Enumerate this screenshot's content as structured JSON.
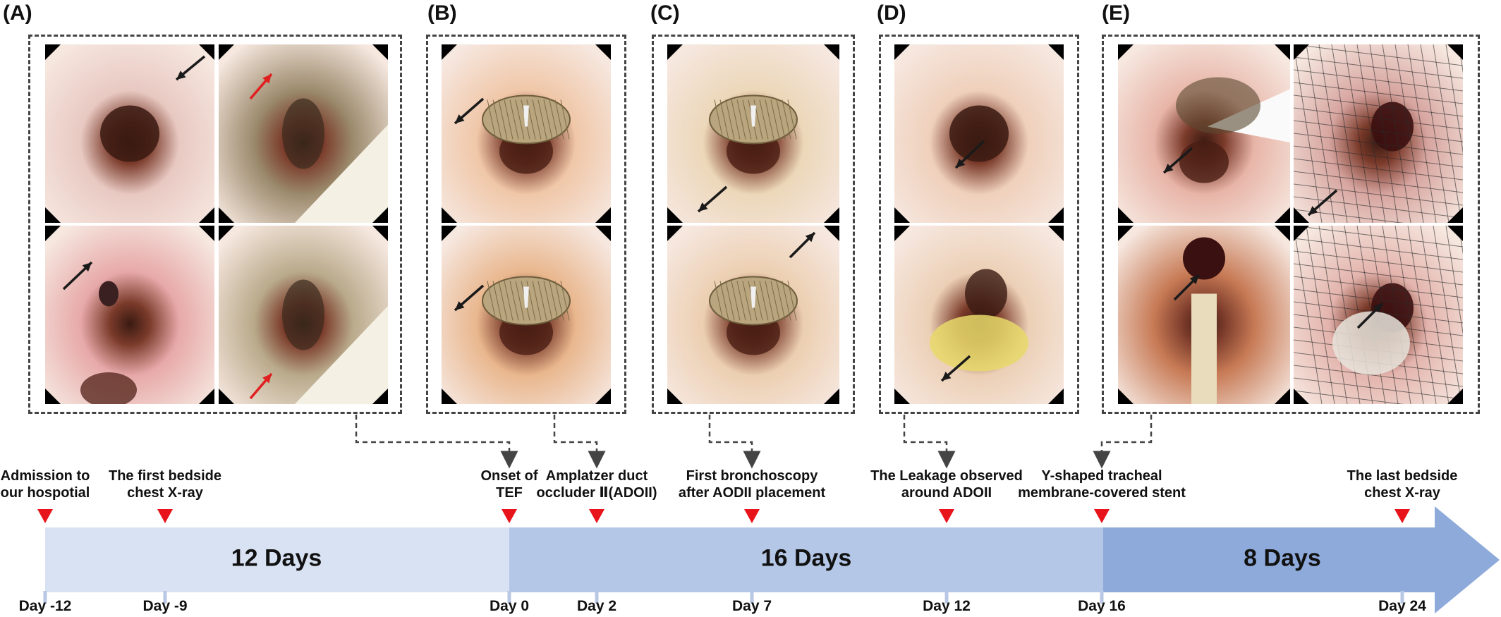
{
  "panels": [
    {
      "letter": "(A)"
    },
    {
      "letter": "(B)"
    },
    {
      "letter": "(C)"
    },
    {
      "letter": "(D)"
    },
    {
      "letter": "(E)"
    }
  ],
  "events": [
    {
      "label": "Admission to\nour hospotial",
      "day": "Day -12"
    },
    {
      "label": "The first bedside\nchest X-ray",
      "day": "Day -9"
    },
    {
      "label": "Onset of\nTEF",
      "day": "Day 0"
    },
    {
      "label": "Amplatzer duct\noccluder Ⅱ(ADOII)",
      "day": "Day 2"
    },
    {
      "label": "First bronchoscopy\nafter AODII placement",
      "day": "Day 7"
    },
    {
      "label": "The Leakage observed\naround ADOII",
      "day": "Day 12"
    },
    {
      "label": "Y-shaped tracheal\nmembrane-covered stent",
      "day": "Day 16"
    },
    {
      "label": "The last bedside\nchest X-ray",
      "day": "Day 24"
    }
  ],
  "segments": [
    {
      "label": "12 Days",
      "color": "#d9e2f3"
    },
    {
      "label": "16 Days",
      "color": "#b4c7e7"
    },
    {
      "label": "8 Days",
      "color": "#8eaadb"
    }
  ],
  "colors": {
    "marker": "#e8141b",
    "arrow_black": "#1a1a1a",
    "arrow_red": "#e02020",
    "dash": "#444444"
  }
}
